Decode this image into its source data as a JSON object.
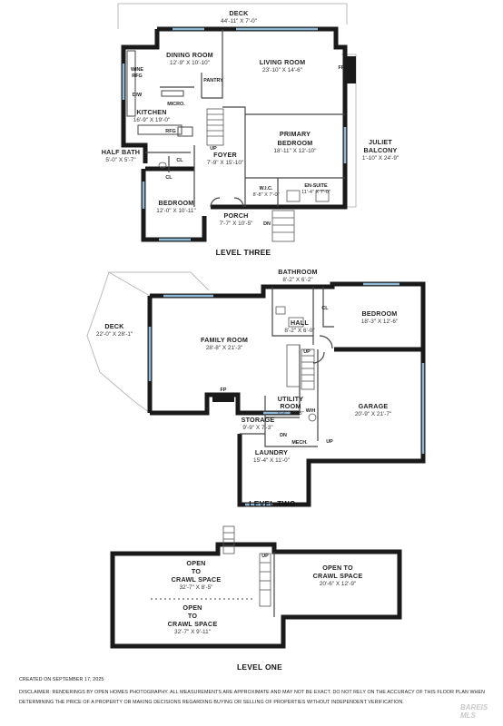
{
  "levels": {
    "three": {
      "label": "LEVEL THREE",
      "rooms": {
        "deck": {
          "name": "DECK",
          "dim": "44'-11\" X 7'-0\""
        },
        "dining": {
          "name": "DINING ROOM",
          "dim": "12'-9\" X 10'-10\""
        },
        "living": {
          "name": "LIVING ROOM",
          "dim": "23'-10\" X 14'-6\""
        },
        "kitchen": {
          "name": "KITCHEN",
          "dim": "16'-9\" X 19'-0\""
        },
        "primary": {
          "name": "PRIMARY",
          "name2": "BEDROOM",
          "dim": "18'-11\" X 12'-10\""
        },
        "juliet": {
          "name": "JULIET",
          "name2": "BALCONY",
          "dim": "1'-10\" X 24'-9\""
        },
        "halfbath": {
          "name": "HALF BATH",
          "dim": "5'-0\" X 5'-7\""
        },
        "foyer": {
          "name": "FOYER",
          "dim": "7'-9\" X 15'-10\""
        },
        "wic": {
          "name": "W.I.C.",
          "dim": "8'-8\" X 7'-0\""
        },
        "ensuite": {
          "name": "EN-SUITE",
          "dim": "11'-4\" X 7'-0\""
        },
        "bedroom": {
          "name": "BEDROOM",
          "dim": "12'-0\" X 10'-11\""
        },
        "porch": {
          "name": "PORCH",
          "dim": "7'-7\" X 10'-5\""
        }
      },
      "labels": {
        "wine": "WINE",
        "rfg1": "RFG",
        "dw": "D/W",
        "micro": "MICRO.",
        "rfg2": "RFG",
        "pantry": "PANTRY",
        "fp": "FP",
        "cl1": "CL",
        "cl2": "CL",
        "up": "UP",
        "dn": "DN"
      }
    },
    "two": {
      "label": "LEVEL TWO",
      "rooms": {
        "deck": {
          "name": "DECK",
          "dim": "22'-0\" X 28'-1\""
        },
        "family": {
          "name": "FAMILY ROOM",
          "dim": "28'-8\" X 21'-3\""
        },
        "bathroom": {
          "name": "BATHROOM",
          "dim": "8'-2\" X 6'-2\""
        },
        "hall": {
          "name": "HALL",
          "dim": "8'-2\" X 6'-0\""
        },
        "bedroom": {
          "name": "BEDROOM",
          "dim": "18'-3\" X 12'-6\""
        },
        "utility": {
          "name": "UTILITY",
          "name2": "ROOM",
          "dim": "9'-6\" X 7'-3\""
        },
        "storage": {
          "name": "STORAGE",
          "dim": "9'-9\" X 7'-3\""
        },
        "garage": {
          "name": "GARAGE",
          "dim": "20'-9\" X 21'-7\""
        },
        "laundry": {
          "name": "LAUNDRY",
          "dim": "15'-4\" X 11'-0\""
        }
      },
      "labels": {
        "fp": "FP",
        "cl": "CL",
        "wh": "W/H",
        "mech": "MECH.",
        "up1": "UP",
        "up2": "UP",
        "dn": "DN"
      }
    },
    "one": {
      "label": "LEVEL ONE",
      "rooms": {
        "crawl1": {
          "l1": "OPEN",
          "l2": "TO",
          "l3": "CRAWL SPACE",
          "dim": "32'-7\" X 8'-5\""
        },
        "crawl2": {
          "l1": "OPEN",
          "l2": "TO",
          "l3": "CRAWL SPACE",
          "dim": "32'-7\" X 9'-11\""
        },
        "crawl3": {
          "l1": "OPEN  TO",
          "l2": "CRAWL SPACE",
          "dim": "20'-6\" X 12'-9\""
        }
      },
      "labels": {
        "up": "UP"
      }
    }
  },
  "footer": {
    "created": "CREATED ON SEPTEMBER 17, 2025",
    "disclaimer": "DISCLAIMER: RENDERINGS BY OPEN HOMES PHOTOGRAPHY. ALL MEASUREMENTS ARE APPROXIMATE AND MAY NOT BE EXACT. DO NOT RELY ON THE ACCURACY OF THIS FLOOR PLAN WHEN DETERMINING THE PRICE OF A PROPERTY OR MAKING DECISIONS REGARDING BUYING OR SELLING OF PROPERTIES WITHOUT INDEPENDENT VERIFICATION.",
    "watermark": "BAREIS MLS"
  }
}
